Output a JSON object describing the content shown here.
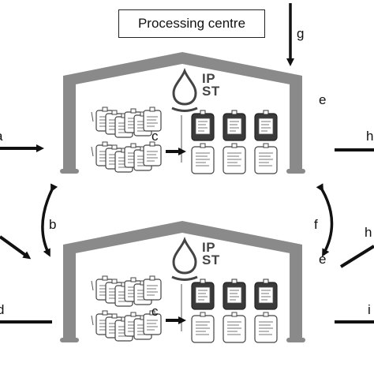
{
  "processing_centre": "Processing centre",
  "letters": {
    "g": "g",
    "e_top": "e",
    "c_top": "c",
    "b": "b",
    "f": "f",
    "e_bottom": "e",
    "c_bottom": "c",
    "h_top": "h",
    "h_mid": "h",
    "a": "a",
    "d": "d",
    "i": "i"
  },
  "logo": {
    "line1": "IP",
    "line2": "ST"
  },
  "colors": {
    "building": "#8a8a8a",
    "ink": "#111111",
    "bag_dark": "#333333"
  }
}
